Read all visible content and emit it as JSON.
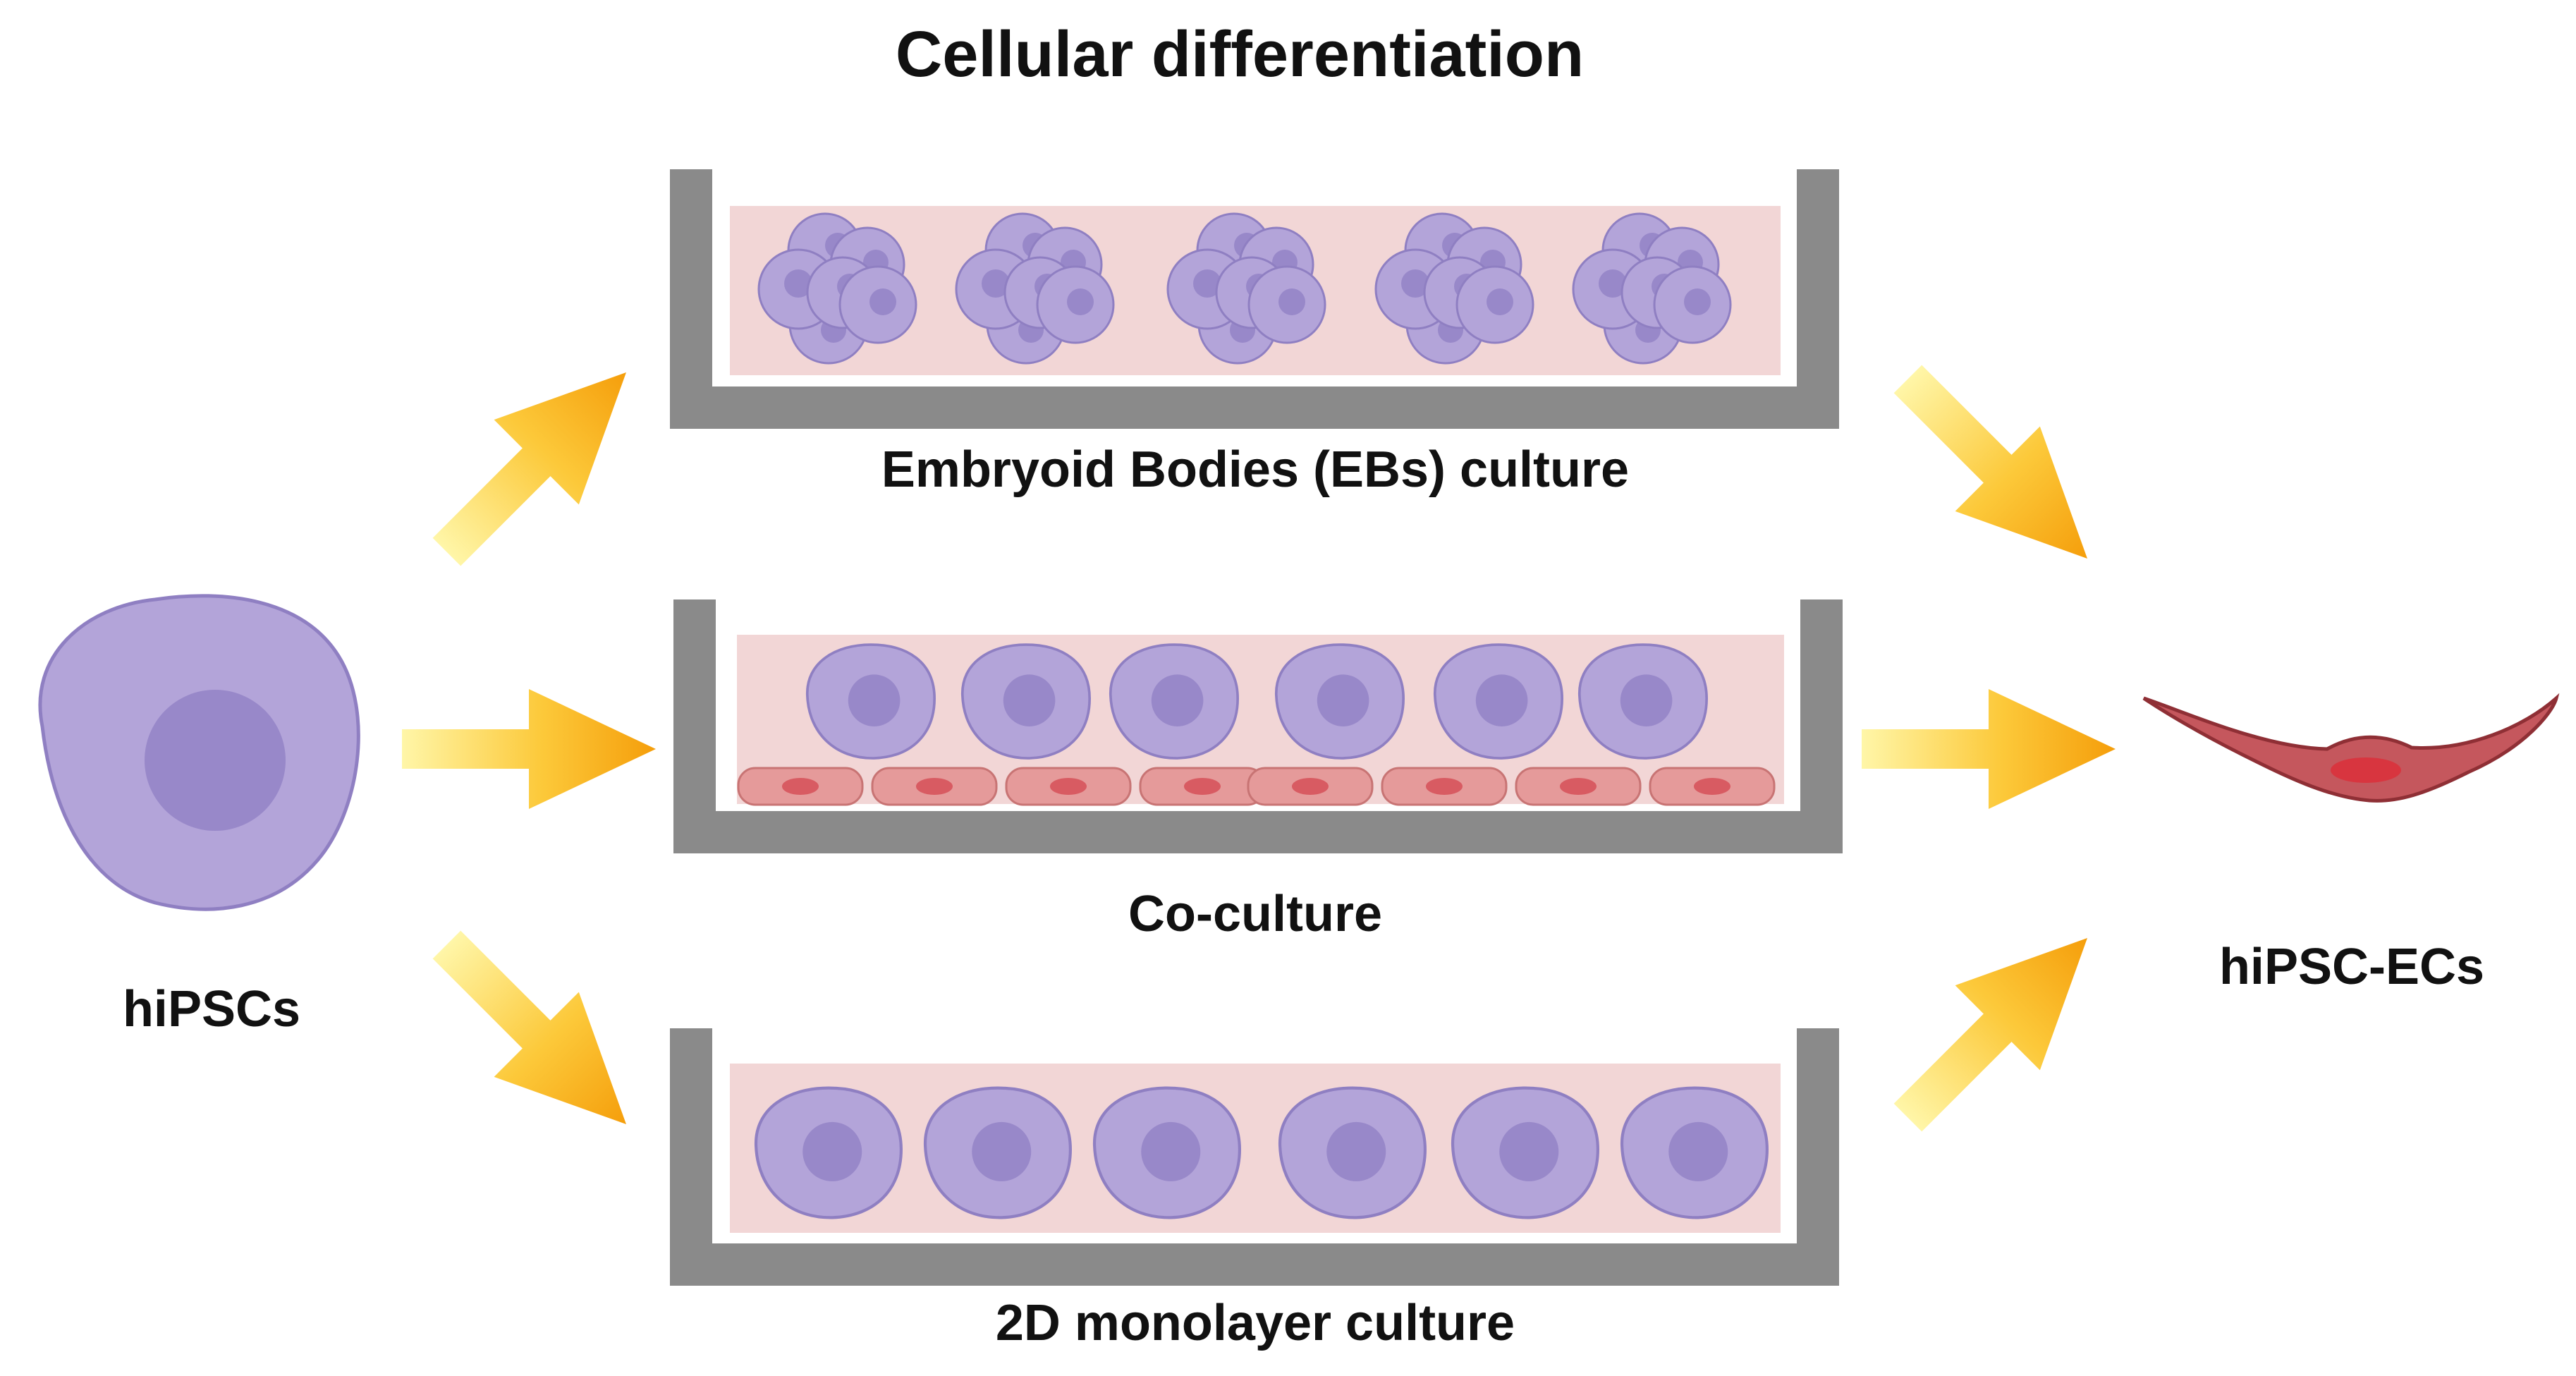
{
  "title": "Cellular differentiation",
  "source": {
    "label": "hiPSCs"
  },
  "target": {
    "label": "hiPSC-ECs"
  },
  "methods": [
    {
      "id": "eb",
      "label": "Embryoid Bodies (EBs) culture"
    },
    {
      "id": "coculture",
      "label": "Co-culture"
    },
    {
      "id": "monolayer",
      "label": "2D monolayer culture"
    }
  ],
  "colors": {
    "dish_wall": "#8a8a8a",
    "medium": "#f2d6d6",
    "stem_cell": "#b3a4d9",
    "stem_cell_outline": "#8f7fc2",
    "stem_cell_nucleus": "#9888c9",
    "feeder_cell": "#e59a9a",
    "feeder_nucleus": "#d85b62",
    "endothelial_cell": "#c5575d",
    "endothelial_nucleus": "#d8353f",
    "arrow_start": "#fff4a0",
    "arrow_end": "#f7a70c"
  },
  "icons": [
    "arrow-icon",
    "stem-cell-icon",
    "endothelial-cell-icon",
    "culture-dish-icon"
  ]
}
